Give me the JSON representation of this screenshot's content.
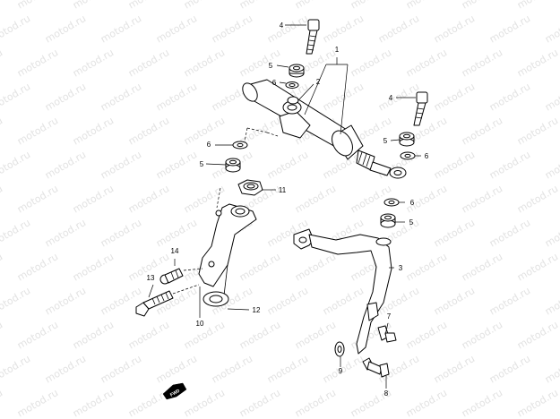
{
  "watermark": "motod.ru",
  "fwd_label": "FWD",
  "callouts": {
    "c1": "1",
    "c2": "2",
    "c3": "3",
    "c4a": "4",
    "c4b": "4",
    "c5a": "5",
    "c5b": "5",
    "c5c": "5",
    "c5d": "5",
    "c6a": "6",
    "c6b": "6",
    "c6c": "6",
    "c6d": "6",
    "c7": "7",
    "c8": "8",
    "c9": "9",
    "c10": "10",
    "c11": "11",
    "c12": "12",
    "c13": "13",
    "c14": "14"
  }
}
